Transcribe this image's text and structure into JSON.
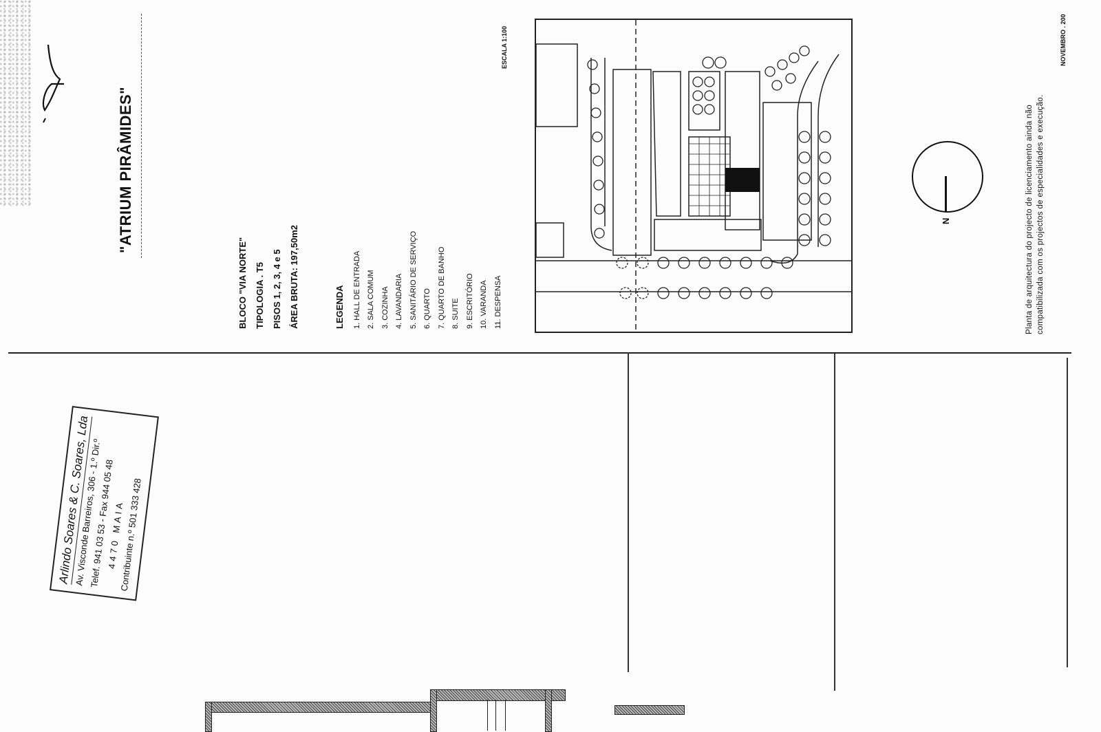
{
  "document": {
    "title": "\"ATRIUM PIRÂMIDES\"",
    "scale": "ESCALA 1:100",
    "date": "NOVEMBRO . 200",
    "block_info": {
      "bloco": "BLOCO \"VIA NORTE\"",
      "tipologia": "TIPOLOGIA . T5",
      "pisos": "PISOS 1, 2, 3, 4 e 5",
      "area": "ÁREA BRUTA: 197,50m2"
    },
    "legend": {
      "title": "LEGENDA",
      "items": [
        "1.  HALL DE ENTRADA",
        "2.  SALA COMUM",
        "3.  COZINHA",
        "4.  LAVANDARIA",
        "5.  SANITÁRIO DE SERVIÇO",
        "6.  QUARTO",
        "7.  QUARTO DE BANHO",
        "8.  SUITE",
        "9.  ESCRITÓRIO",
        "10.  VARANDA",
        "11.  DESPENSA"
      ]
    },
    "stamp": {
      "firm": "Arlindo Soares & C. Soares, Lda",
      "address": "Av. Visconde Barreiros, 306 - 1.º Dir.º",
      "phones": "Telef. 941 03 53 - Fax 944 05 48",
      "city": "4470  MAIA",
      "tax": "Contribuinte n.º 501 333 428"
    },
    "note": {
      "line1": "Planta de arquitectura do projecto de licenciamento ainda não",
      "line2": "compatibilizada com os projectos de especialidades e execução."
    },
    "compass_label": "N"
  }
}
